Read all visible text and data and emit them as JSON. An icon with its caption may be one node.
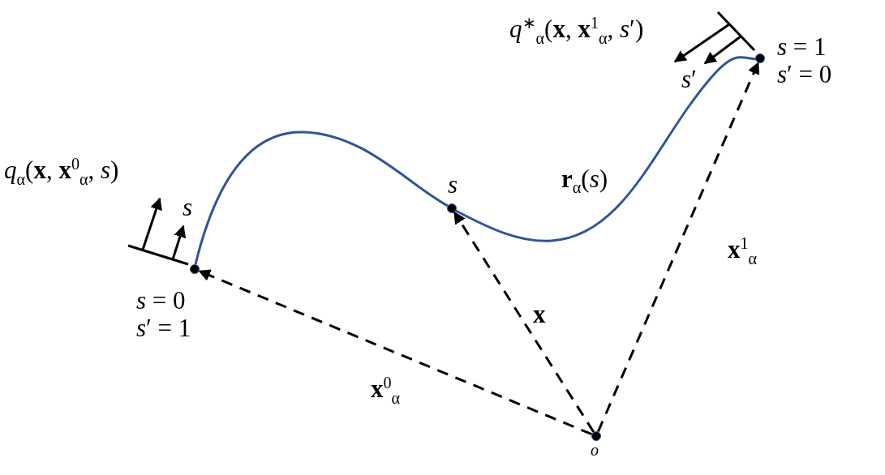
{
  "diagram": {
    "nodes": [
      {
        "text": [],
        "shape": "circle",
        "beside": [
          "*o*"
        ]
      },
      {
        "text": [],
        "shape": "circle",
        "beside": [
          "*s* = 0",
          "*s*′ = 1"
        ]
      },
      {
        "text": [],
        "shape": "circle",
        "beside": [
          "*s*"
        ]
      },
      {
        "text": [],
        "shape": "circle",
        "beside": [
          "*s* = 1",
          "*s*′ = 0"
        ]
      }
    ],
    "edges": [
      {
        "from": 0,
        "to": 1,
        "arrow": "to",
        "style": "dashed",
        "label": "**x**$^{0}$$_{α}$"
      },
      {
        "from": 0,
        "to": 2,
        "arrow": "to",
        "style": "dashed",
        "label": "**x**"
      },
      {
        "from": 0,
        "to": 3,
        "arrow": "to",
        "style": "dashed",
        "label": "**x**$^{1}$$_{α}$"
      },
      {
        "from": 1,
        "to": 2,
        "arrow": "none",
        "color": "#2f5597"
      },
      {
        "from": 2,
        "to": 3,
        "arrow": "none",
        "color": "#2f5597",
        "label": "**r**$_{α}$(*s*)"
      }
    ],
    "labels": [
      "*q*$^{∗}$$_{α}$(**x**, **x**$^{1}$$_{α}$, *s*′)",
      "*s*′",
      "*q*$_{α}$(**x**, **x**$^{0}$$_{α}$, *s*)",
      "*s*"
    ]
  }
}
